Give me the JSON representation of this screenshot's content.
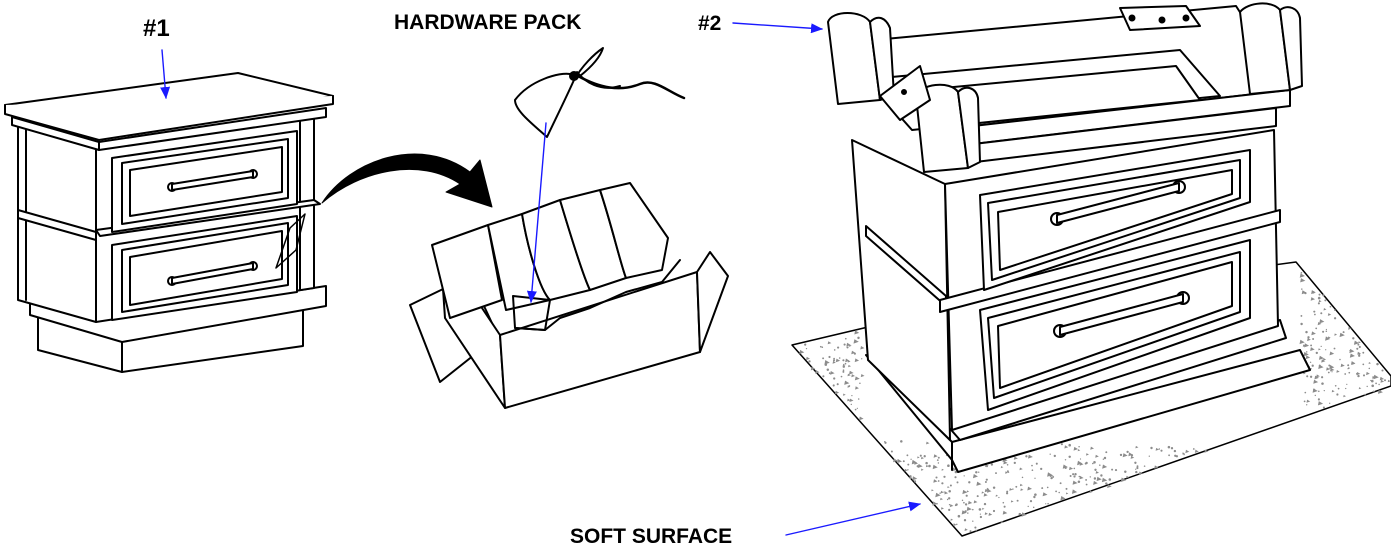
{
  "labels": {
    "unit_1": "#1",
    "hardware_pack": "HARDWARE PACK",
    "unit_2": "#2",
    "soft_surface": "SOFT SURFACE"
  },
  "colors": {
    "line": "#000000",
    "leader": "#1a1aff",
    "surface_speckle": "#8c8c8c",
    "background": "#ffffff"
  }
}
